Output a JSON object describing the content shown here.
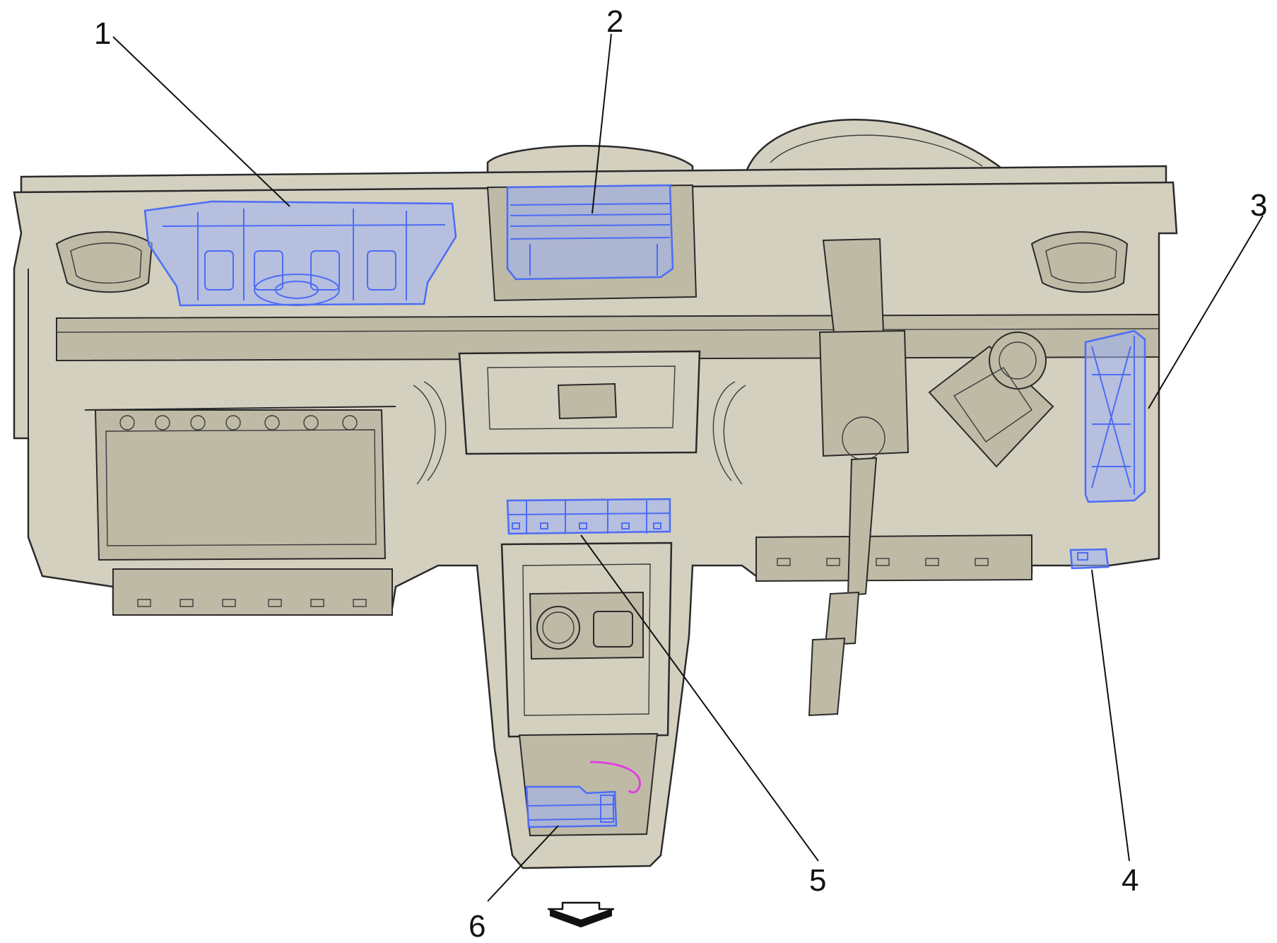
{
  "diagram": {
    "callouts": [
      {
        "id": "1",
        "label": "1",
        "part": "component-1"
      },
      {
        "id": "2",
        "label": "2",
        "part": "component-2"
      },
      {
        "id": "3",
        "label": "3",
        "part": "component-3"
      },
      {
        "id": "4",
        "label": "4",
        "part": "component-4"
      },
      {
        "id": "5",
        "label": "5",
        "part": "component-5"
      },
      {
        "id": "6",
        "label": "6",
        "part": "component-6"
      }
    ],
    "colors": {
      "panel": "#d4d0c0",
      "outline": "#2a2a2a",
      "highlight": "#4d6cf5",
      "highlight_fill": "#9db0f5",
      "wire": "#e040e0",
      "labels": "#111111"
    },
    "icons": {
      "direction_arrow": "front-direction-arrow-icon"
    }
  }
}
